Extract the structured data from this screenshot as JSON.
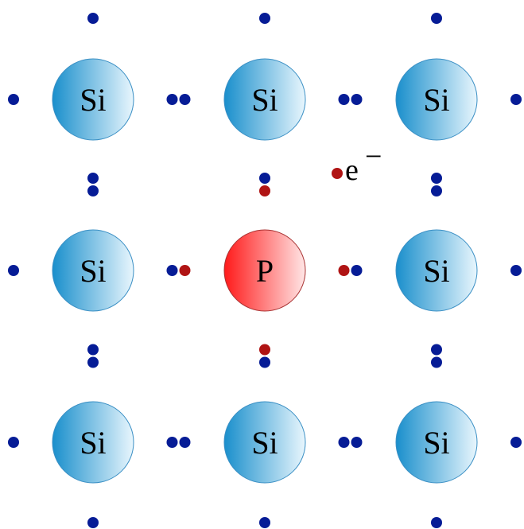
{
  "colors": {
    "silicon_dark": "#1a8fcc",
    "silicon_light": "#e8f6fd",
    "silicon_stroke": "#3a8fc4",
    "phosphorus_dark": "#ff1a1a",
    "phosphorus_light": "#ffe6e6",
    "phosphorus_stroke": "#a83232",
    "electron_si": "#061c96",
    "electron_p": "#b01414",
    "background": "#ffffff"
  },
  "atoms": [
    {
      "row": 0,
      "col": 0,
      "element": "Si"
    },
    {
      "row": 0,
      "col": 1,
      "element": "Si"
    },
    {
      "row": 0,
      "col": 2,
      "element": "Si"
    },
    {
      "row": 1,
      "col": 0,
      "element": "Si"
    },
    {
      "row": 1,
      "col": 1,
      "element": "P"
    },
    {
      "row": 1,
      "col": 2,
      "element": "Si"
    },
    {
      "row": 2,
      "col": 0,
      "element": "Si"
    },
    {
      "row": 2,
      "col": 1,
      "element": "Si"
    },
    {
      "row": 2,
      "col": 2,
      "element": "Si"
    }
  ],
  "free_electron": {
    "label": "e",
    "charge": "−"
  }
}
